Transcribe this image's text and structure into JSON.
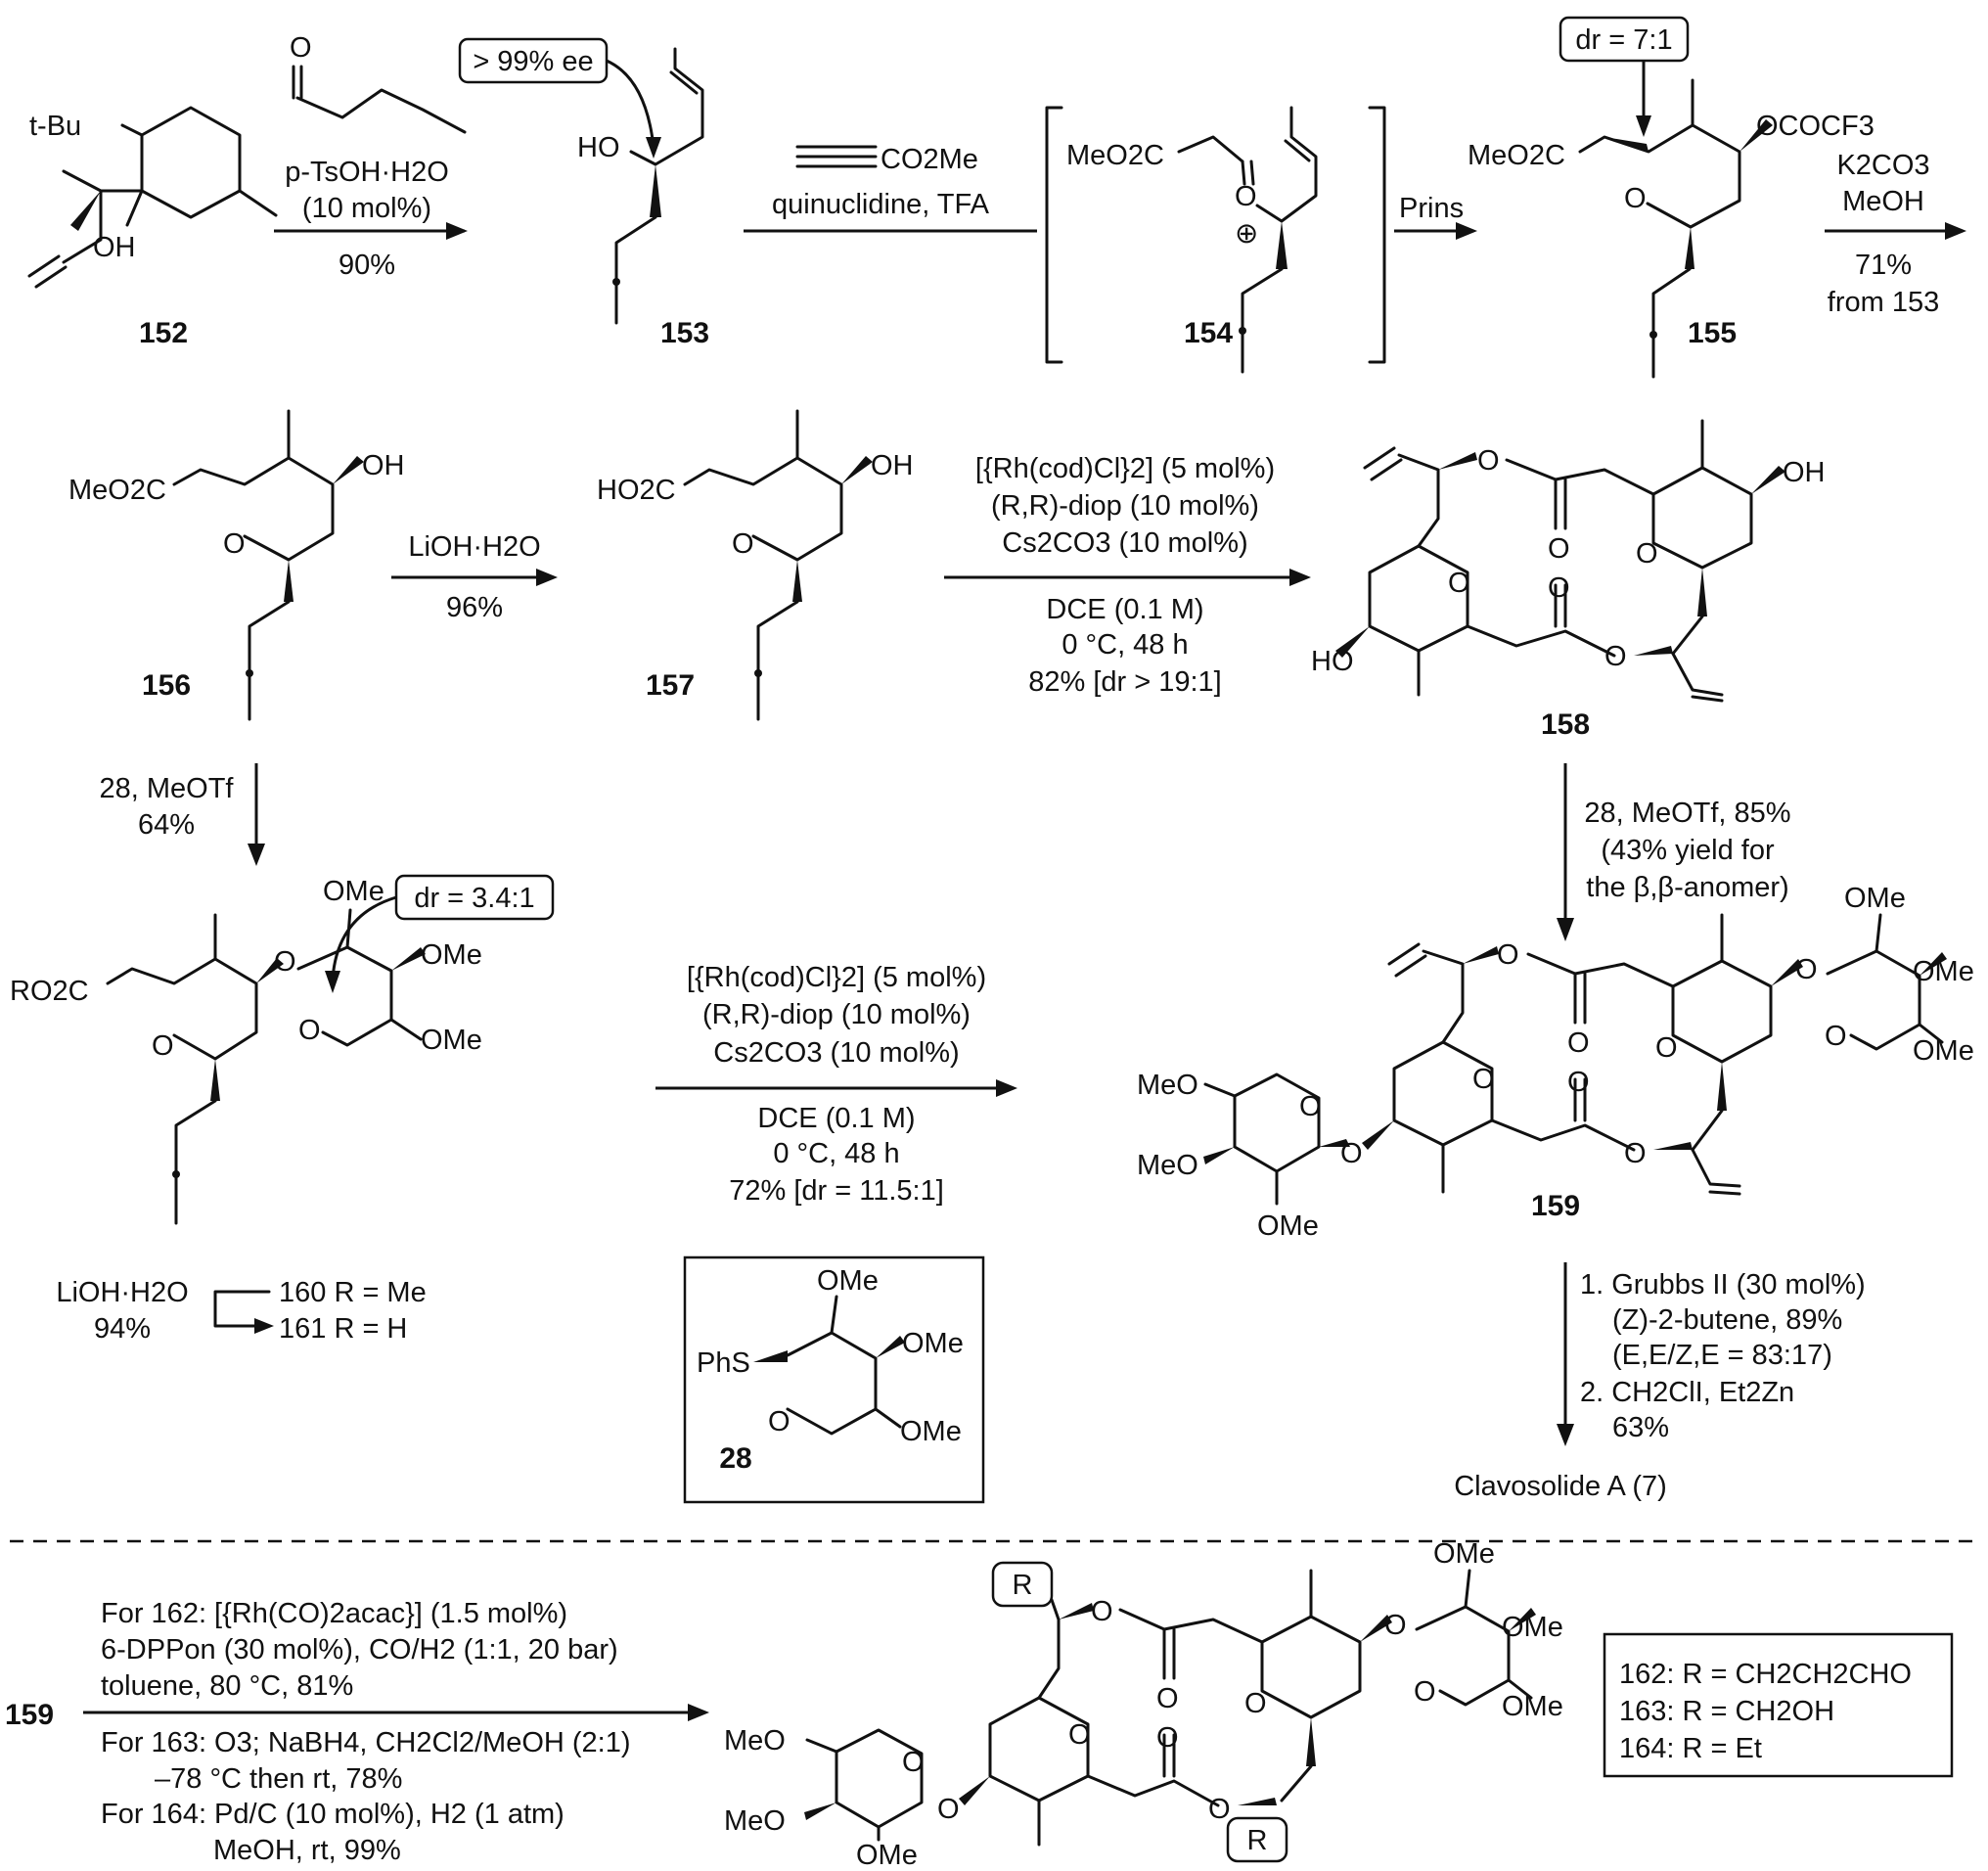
{
  "compounds": {
    "c152": "152",
    "c153": "153",
    "c154": "154",
    "c155": "155",
    "c156": "156",
    "c157": "157",
    "c158": "158",
    "c159": "159",
    "c160": "160",
    "c161": "161",
    "c28": "28"
  },
  "atoms": {
    "tBu": "t-Bu",
    "OH": "OH",
    "HO": "HO",
    "O": "O",
    "MeO2C": "MeO2C",
    "HO2C": "HO2C",
    "OMe": "OMe",
    "MeO": "MeO",
    "RO2C": "RO2C",
    "R": "R",
    "PhS": "PhS",
    "OCOCF3": "OCOCF3",
    "plus": "⊕"
  },
  "callouts": {
    "ee": "> 99% ee",
    "dr155": "dr = 7:1",
    "dr160": "dr = 3.4:1"
  },
  "steps": {
    "s1": [
      "p-TsOH·H2O",
      "(10 mol%)",
      "90%"
    ],
    "s2": [
      "CO2Me",
      "quinuclidine, TFA"
    ],
    "prins": "Prins",
    "s3": [
      "K2CO3",
      "MeOH",
      "71%",
      "from 153"
    ],
    "s4": [
      "LiOH·H2O",
      "96%"
    ],
    "s5": [
      "[{Rh(cod)Cl}2] (5 mol%)",
      "(R,R)-diop (10 mol%)",
      "Cs2CO3 (10 mol%)",
      "DCE (0.1 M)",
      "0 °C, 48 h",
      "82% [dr > 19:1]"
    ],
    "s6": [
      "28, MeOTf",
      "64%"
    ],
    "s7": [
      "28, MeOTf, 85%",
      "(43% yield for",
      "the β,β-anomer)"
    ],
    "s8": [
      "[{Rh(cod)Cl}2] (5 mol%)",
      "(R,R)-diop (10 mol%)",
      "Cs2CO3 (10 mol%)",
      "DCE (0.1 M)",
      "0 °C, 48 h",
      "72% [dr = 11.5:1]"
    ],
    "s9": [
      "LiOH·H2O",
      "94%",
      "160 R = Me",
      "161 R = H"
    ],
    "s10": [
      "1. Grubbs II  (30 mol%)",
      "(Z)-2-butene, 89%",
      "(E,E/Z,E = 83:17)",
      "2. CH2ClI, Et2Zn",
      "63%"
    ],
    "product": "Clavosolide A (7)",
    "bottom": [
      "For 162: [{Rh(CO)2acac}] (1.5 mol%)",
      "6-DPPon (30 mol%), CO/H2 (1:1, 20 bar)",
      "toluene, 80 °C, 81%",
      "For 163: O3; NaBH4, CH2Cl2/MeOH (2:1)",
      "–78 °C then rt, 78%",
      "For 164: Pd/C (10 mol%), H2 (1 atm)",
      "MeOH, rt, 99%"
    ],
    "legend": [
      "162: R = CH2CH2CHO",
      "163: R = CH2OH",
      "164: R = Et"
    ]
  }
}
